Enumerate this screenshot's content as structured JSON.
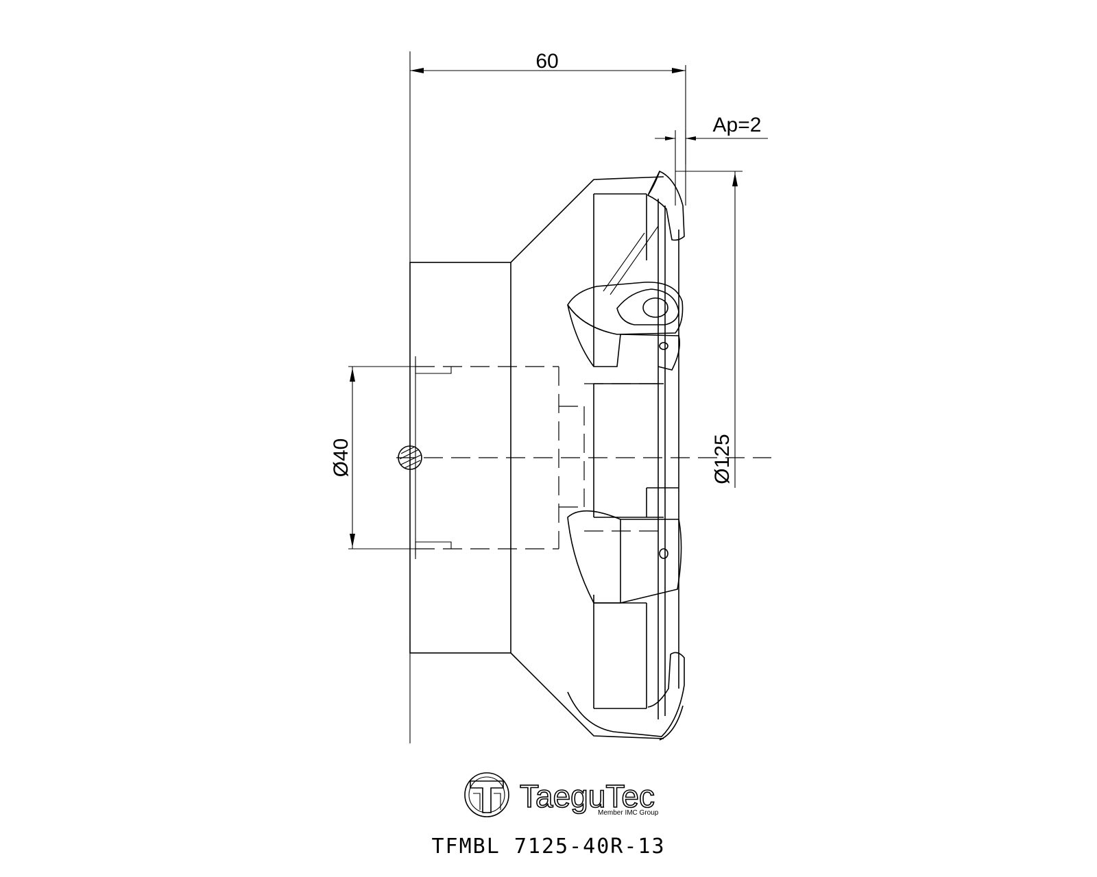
{
  "dimensions": {
    "length": "60",
    "depth_of_cut": "Ap=2",
    "bore_diameter": "Ø40",
    "cutter_diameter": "Ø125"
  },
  "logo": {
    "brand": "TaeguTec",
    "tagline": "Member IMC Group",
    "icon": "taegutec-logo-icon"
  },
  "part_number": "TFMBL  7125-40R-13"
}
